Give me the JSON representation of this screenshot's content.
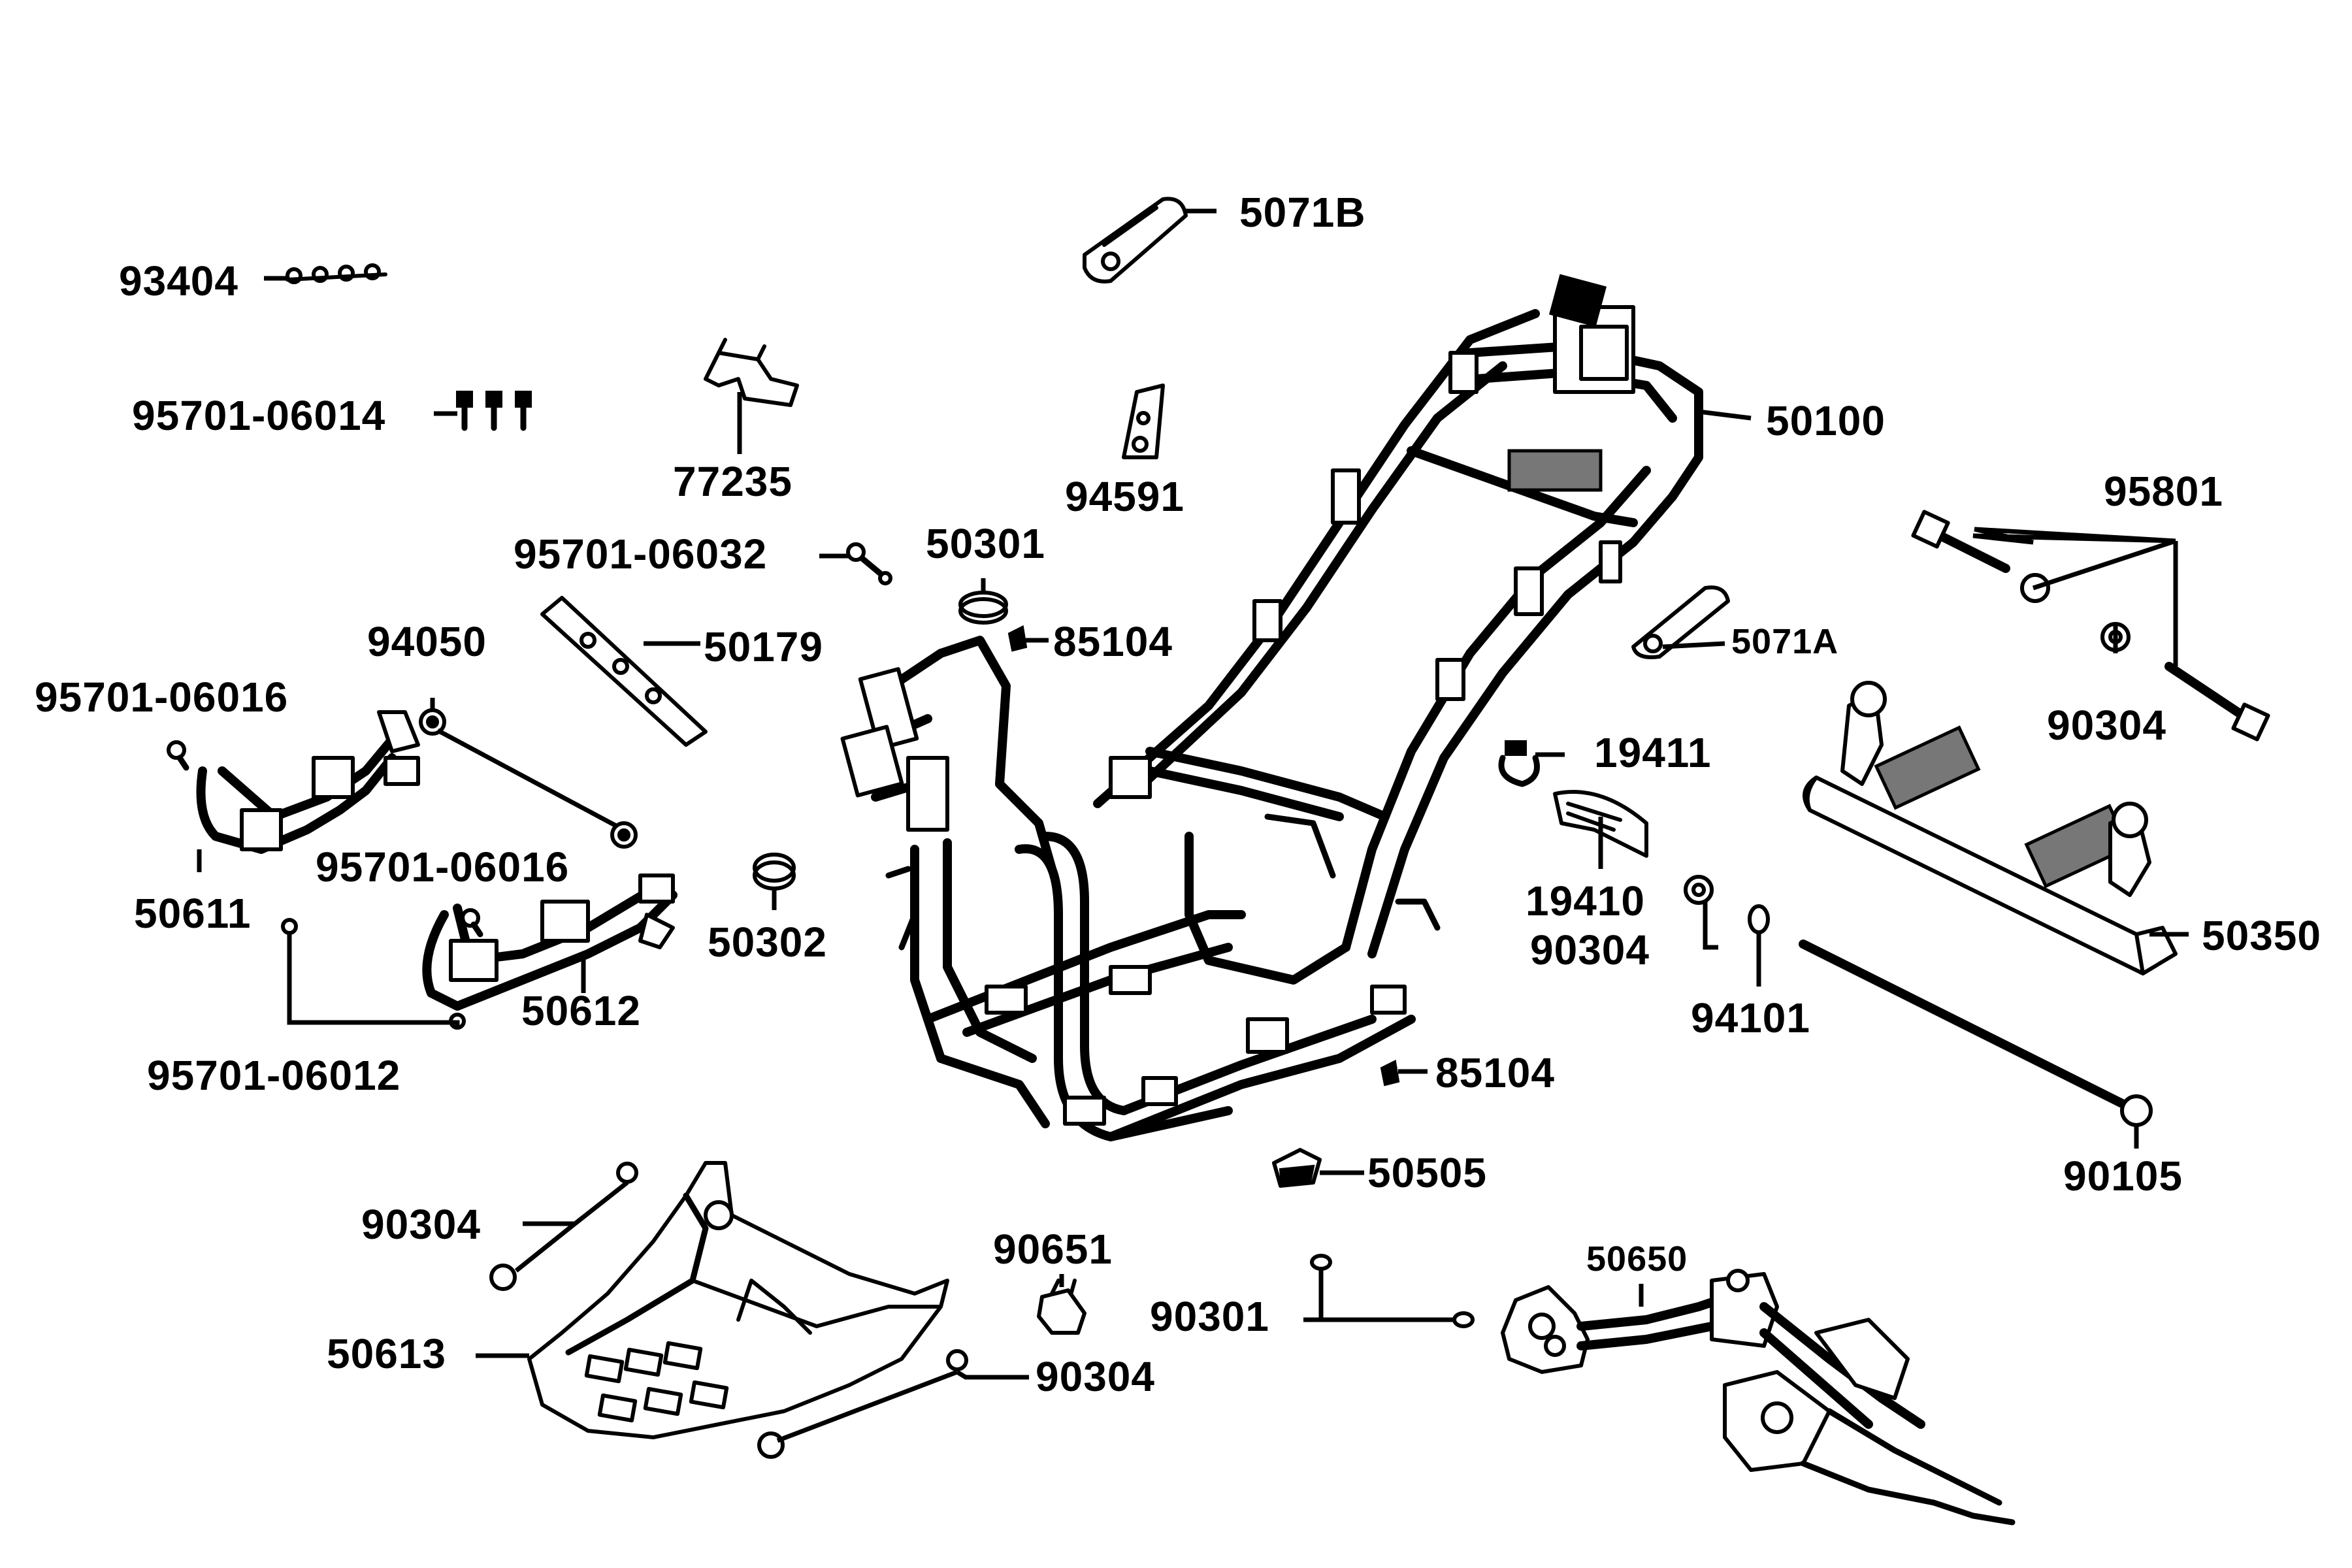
{
  "labels": {
    "p93404": "93404",
    "p95701_06014": "95701-06014",
    "p77235": "77235",
    "p5071B": "5071B",
    "p94591": "94591",
    "p50100": "50100",
    "p95801": "95801",
    "p95701_06032": "95701-06032",
    "p50301": "50301",
    "p85104_top": "85104",
    "p50179": "50179",
    "p94050": "94050",
    "p95701_06016_a": "95701-06016",
    "p95701_06016_b": "95701-06016",
    "p5071A": "5071A",
    "p90304_right": "90304",
    "p19411": "19411",
    "p19410": "19410",
    "p90304_mid": "90304",
    "p50350": "50350",
    "p94101": "94101",
    "p50611": "50611",
    "p50302": "50302",
    "p50612": "50612",
    "p95701_06012": "95701-06012",
    "p85104_bottom": "85104",
    "p50505": "50505",
    "p90105": "90105",
    "p90304_low": "90304",
    "p90651": "90651",
    "p50650": "50650",
    "p90301": "90301",
    "p50613": "50613",
    "p90304_bottom": "90304"
  }
}
